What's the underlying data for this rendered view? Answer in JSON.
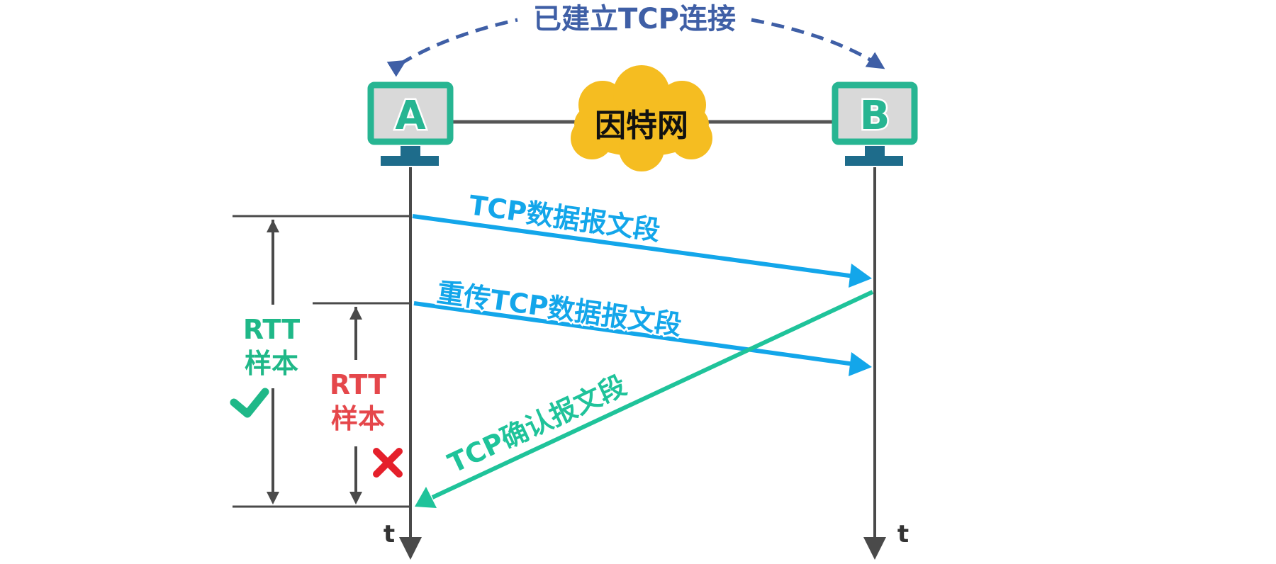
{
  "connection_label": "已建立TCP连接",
  "host_a": "A",
  "host_b": "B",
  "internet_label": "因特网",
  "segment_1_label": "TCP数据报文段",
  "segment_2_label": "重传TCP数据报文段",
  "ack_label": "TCP确认报文段",
  "rtt_valid": {
    "line1": "RTT",
    "line2": "样本",
    "mark": "valid"
  },
  "rtt_invalid": {
    "line1": "RTT",
    "line2": "样本",
    "mark": "invalid"
  },
  "time_label_a": "t",
  "time_label_b": "t",
  "colors": {
    "connection": "#3f5fa6",
    "monitor_frame": "#27b592",
    "monitor_screen": "#d9d9d9",
    "monitor_stand": "#1e6c8b",
    "cloud": "#f5bd21",
    "data_segment": "#13a6ea",
    "ack_segment": "#1fc39a",
    "rtt_valid": "#1fb888",
    "rtt_invalid": "#e5474b",
    "timeline": "#4a4a4a"
  }
}
